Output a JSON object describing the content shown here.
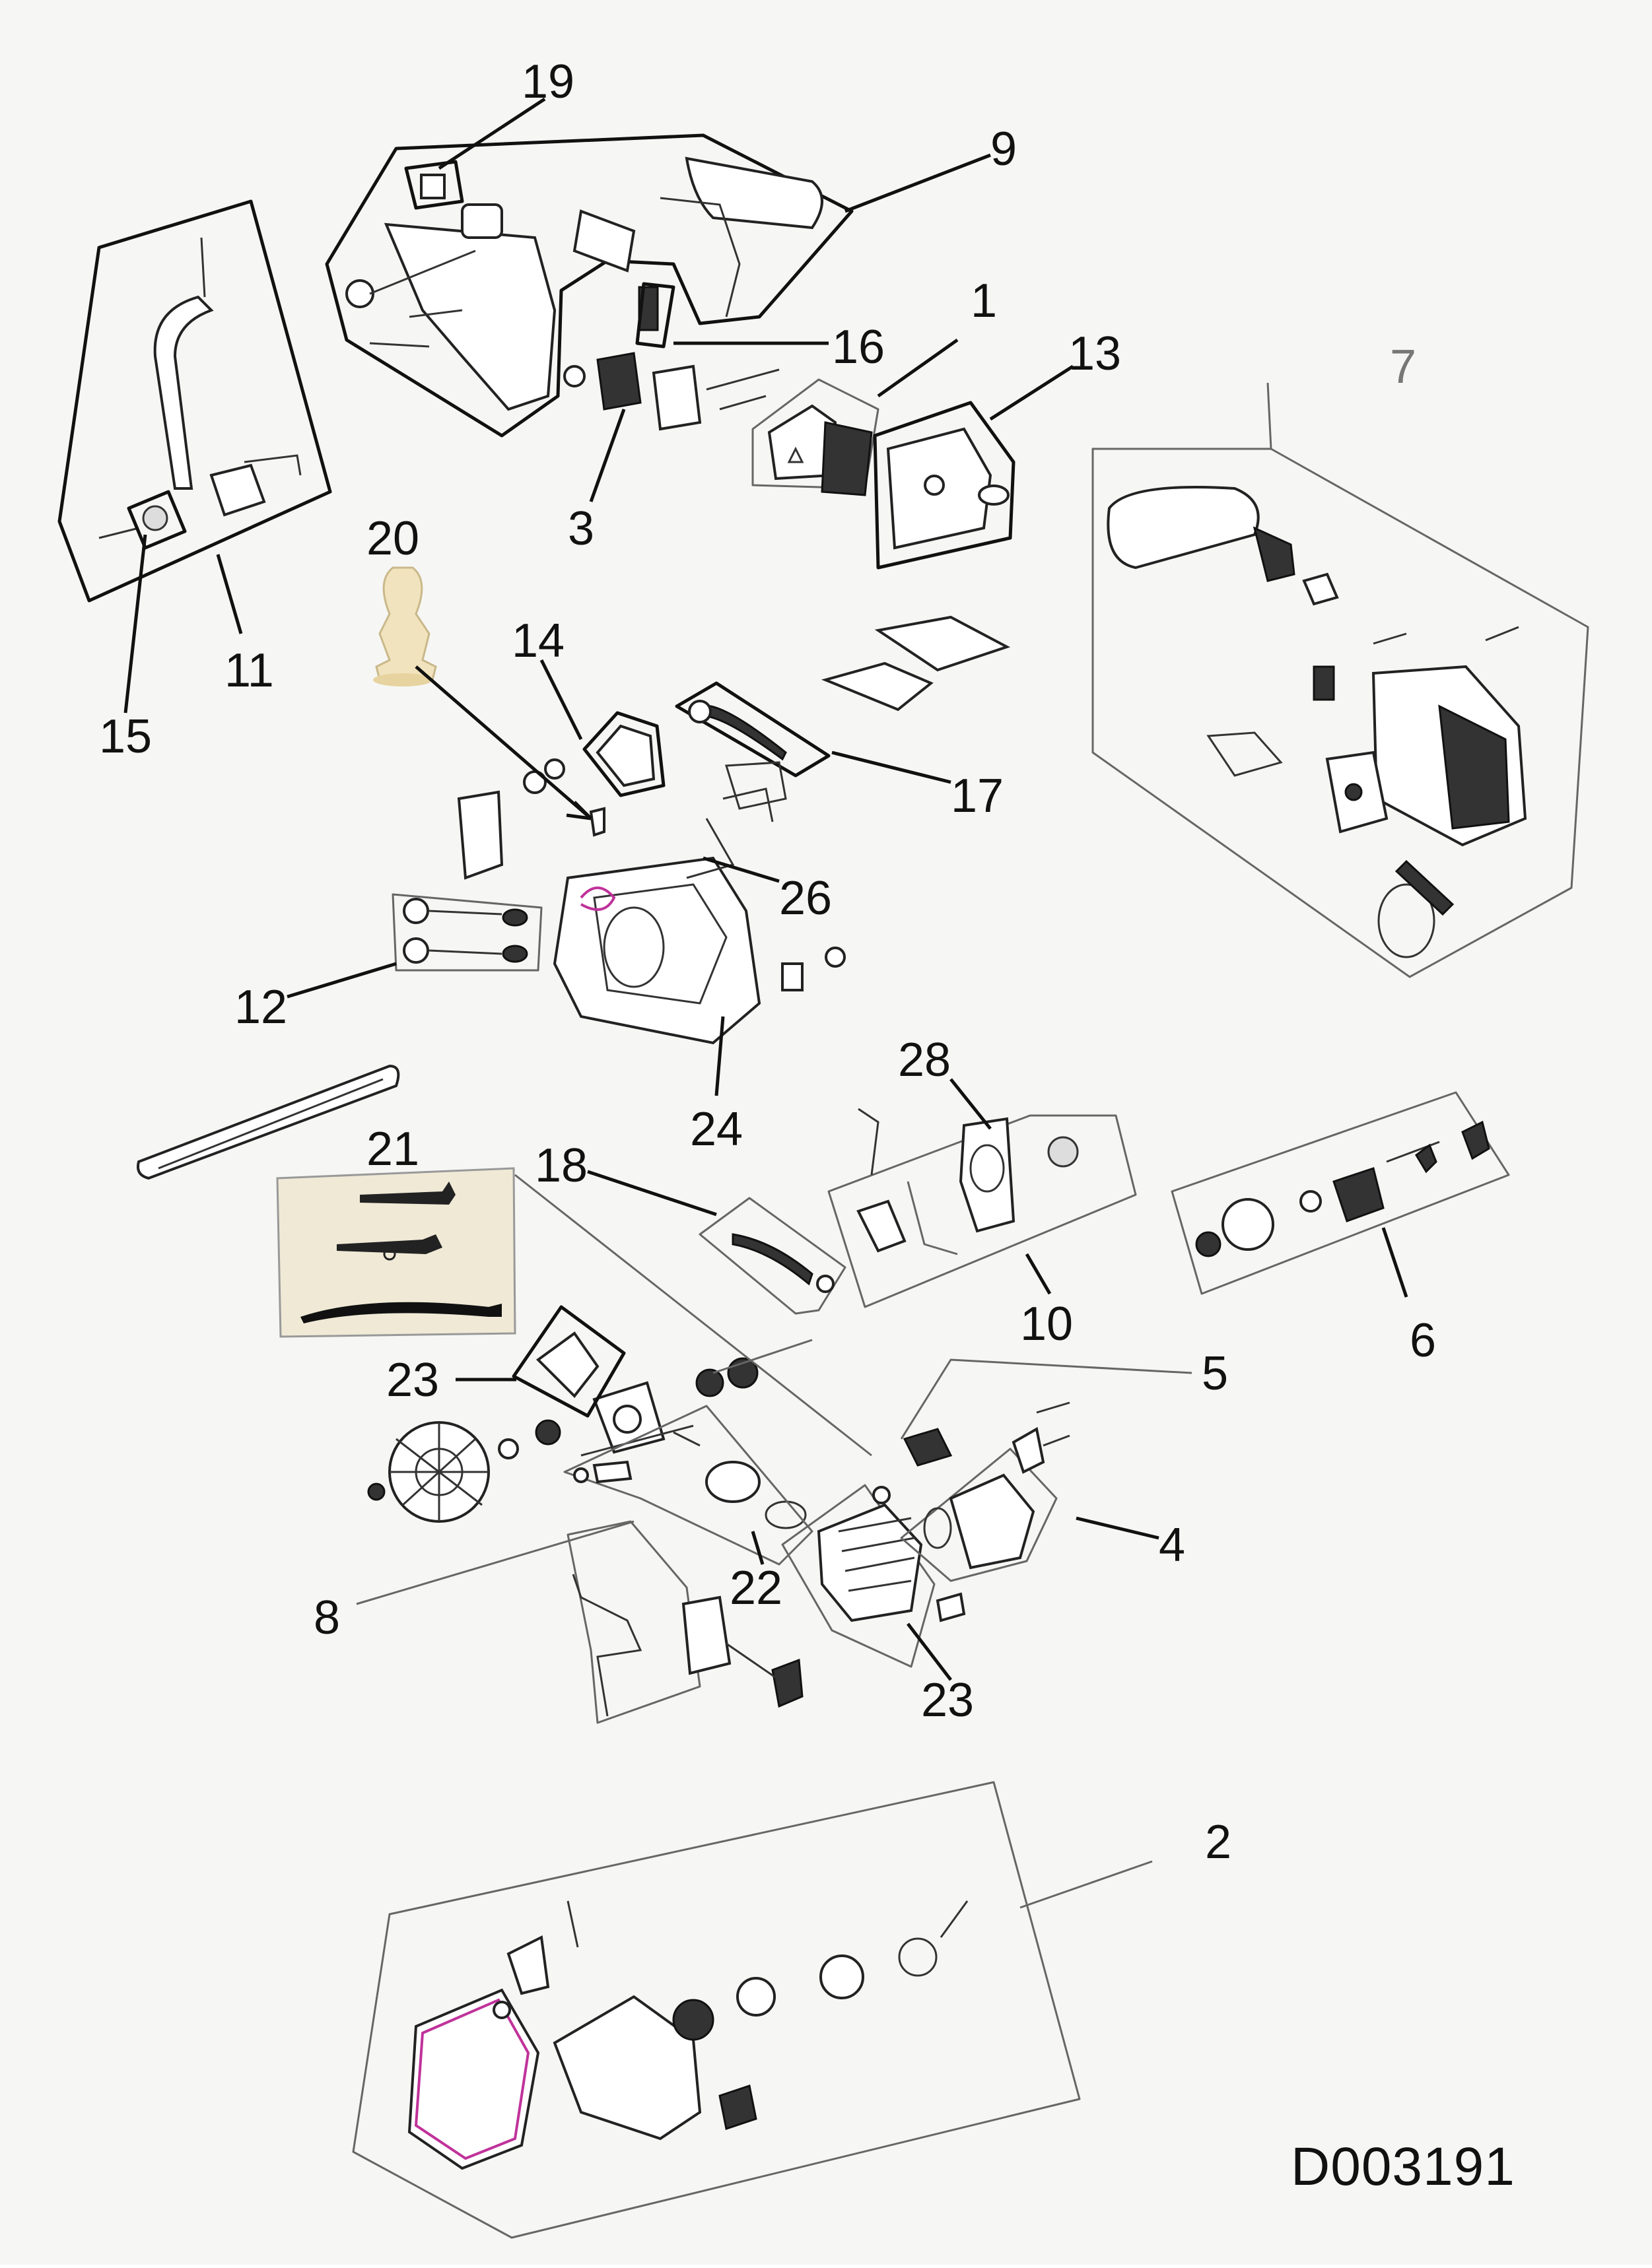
{
  "diagram": {
    "doc_id": "D003191",
    "callouts": {
      "c1": "1",
      "c2": "2",
      "c3": "3",
      "c4": "4",
      "c5": "5",
      "c6": "6",
      "c7": "7",
      "c8": "8",
      "c9": "9",
      "c10": "10",
      "c11": "11",
      "c12": "12",
      "c13": "13",
      "c14": "14",
      "c15": "15",
      "c16": "16",
      "c17": "17",
      "c18": "18",
      "c19": "19",
      "c20": "20",
      "c21": "21",
      "c22": "22",
      "c23a": "23",
      "c23b": "23",
      "c24": "24",
      "c26": "26",
      "c28": "28"
    },
    "colors": {
      "background": "#f6f6f4",
      "line": "#111111",
      "group7_label": "#777777",
      "photo_bg": "#efe9d6",
      "accent_magenta": "#c0329a",
      "primer_bulb": "#f1e3bd"
    }
  }
}
